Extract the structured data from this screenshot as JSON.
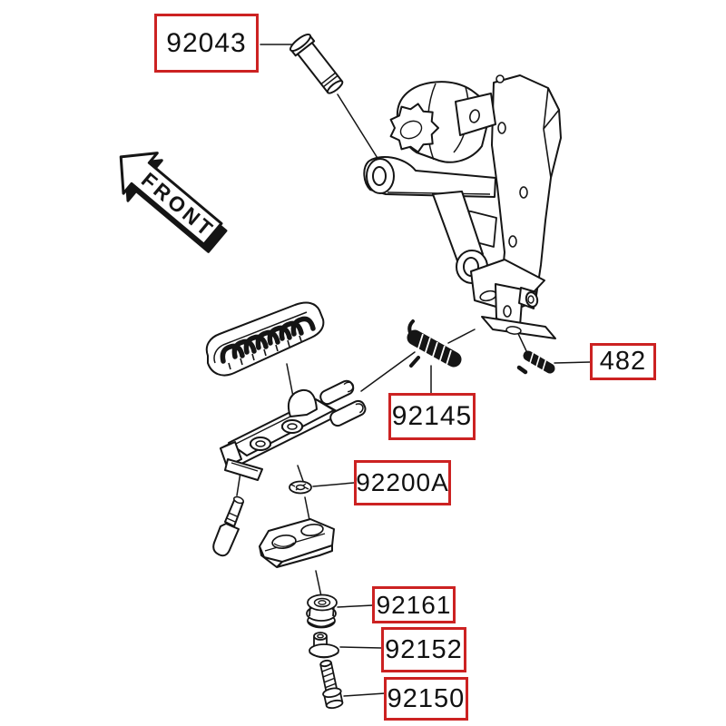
{
  "figure": {
    "type": "exploded-parts-diagram",
    "front_indicator": "FRONT",
    "callouts": {
      "pin": {
        "part_number": "92043"
      },
      "spring_small": {
        "part_number": "482"
      },
      "spring": {
        "part_number": "92145"
      },
      "washer": {
        "part_number": "92200A"
      },
      "damper": {
        "part_number": "92161"
      },
      "collar": {
        "part_number": "92152"
      },
      "bolt": {
        "part_number": "92150"
      }
    },
    "colors": {
      "callout_border": "#cc2222",
      "line_art": "#151515",
      "background": "#ffffff"
    }
  }
}
